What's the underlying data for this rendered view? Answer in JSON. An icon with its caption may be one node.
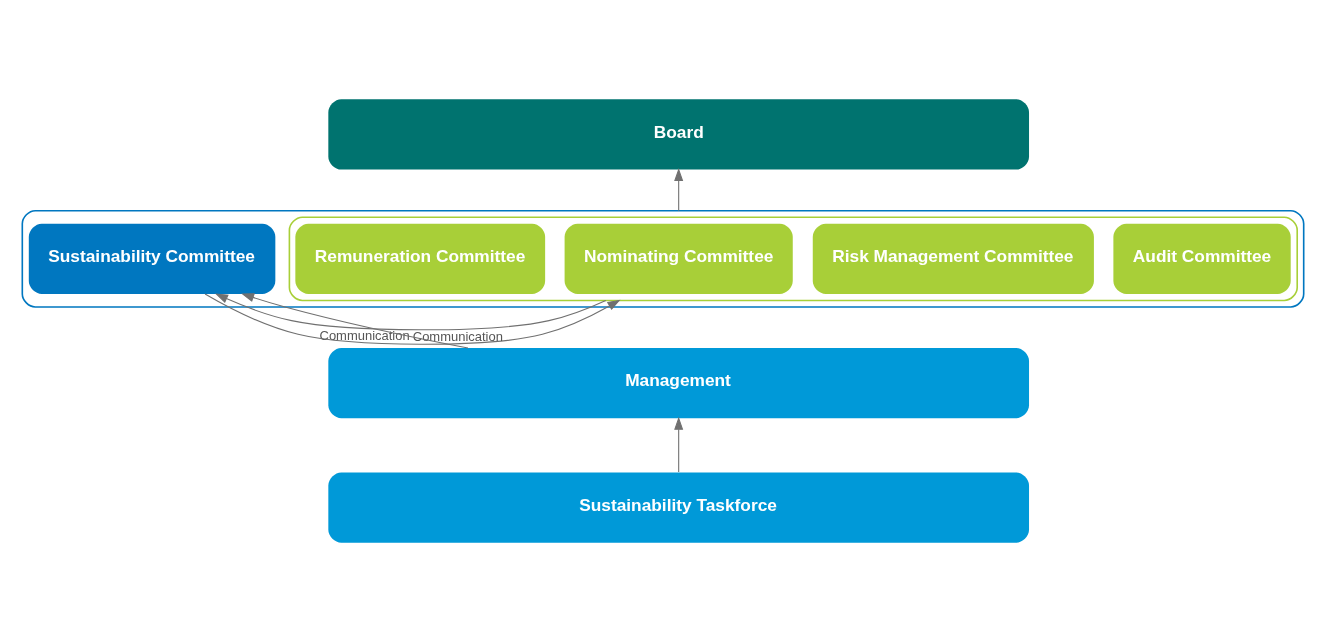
{
  "diagram": {
    "nodes": [
      {
        "text": [
          "Board"
        ]
      },
      {
        "text": [],
        "shape": "box"
      },
      {
        "text": [],
        "shape": "box",
        "in": 1
      },
      {
        "text": [
          "Audit Committee"
        ],
        "in": 2
      },
      {
        "text": [
          "Risk Management Committee"
        ],
        "in": 2
      },
      {
        "text": [
          "Nominating Committee"
        ],
        "in": 2
      },
      {
        "text": [
          "Remuneration Committee"
        ],
        "in": 2
      },
      {
        "text": [
          "Sustainability Committee"
        ],
        "in": 1
      },
      {
        "text": [
          "Management"
        ]
      },
      {
        "text": [
          "Sustainability Taskforce"
        ]
      }
    ],
    "edges": [
      {
        "from": 1,
        "to": 0,
        "arrow": "to"
      },
      {
        "from": 2,
        "to": 7,
        "arrow": "to",
        "label": "Communication"
      },
      {
        "from": 7,
        "to": 2,
        "arrow": "to",
        "label": "Communication"
      },
      {
        "from": 8,
        "to": 7,
        "arrow": "to"
      },
      {
        "from": 9,
        "to": 8,
        "arrow": "to"
      }
    ]
  }
}
